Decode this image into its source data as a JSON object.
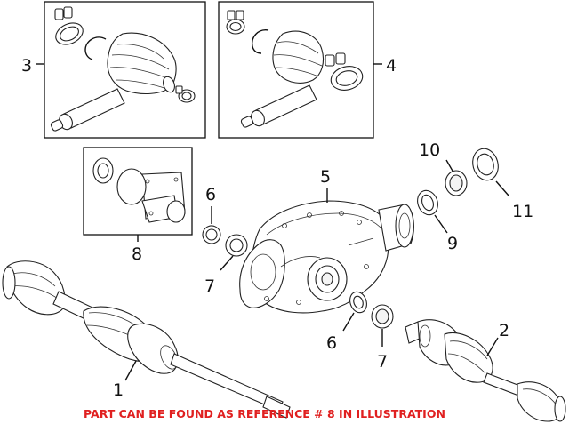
{
  "callouts": {
    "c1": "1",
    "c2": "2",
    "c3": "3",
    "c4": "4",
    "c5": "5",
    "c6a": "6",
    "c6b": "6",
    "c7a": "7",
    "c7b": "7",
    "c8": "8",
    "c9": "9",
    "c10": "10",
    "c11": "11"
  },
  "note": {
    "text": "PART CAN BE FOUND AS REFERENCE # 8 IN ILLUSTRATION",
    "color": "#e02020"
  }
}
